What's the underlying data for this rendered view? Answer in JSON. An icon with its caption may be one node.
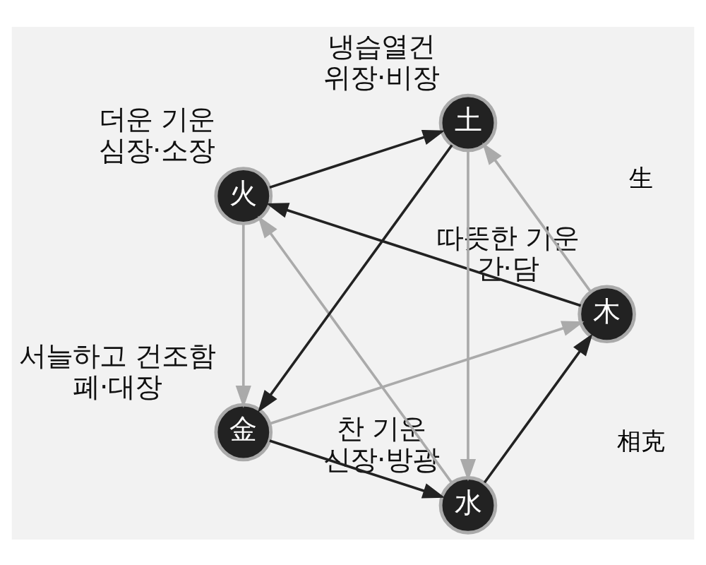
{
  "diagram": {
    "nodes": [
      {
        "text": [
          "水"
        ],
        "beside": [
          "찬 기운",
          "신장·방광"
        ]
      },
      {
        "text": [
          "金"
        ],
        "beside": [
          "서늘하고 건조함",
          "폐·대장"
        ]
      },
      {
        "text": [
          "木"
        ],
        "beside": [
          "따뜻한 기운",
          "간·담"
        ]
      },
      {
        "text": [
          "土"
        ],
        "beside": [
          "냉습열건",
          "위장·비장"
        ]
      },
      {
        "text": [
          "火"
        ],
        "beside": [
          "더운 기운",
          "심장·소장"
        ]
      }
    ],
    "edges": [
      {
        "from": 0,
        "to": 2,
        "arrow": "to",
        "color": "#222222"
      },
      {
        "from": 2,
        "to": 4,
        "arrow": "to",
        "color": "#222222"
      },
      {
        "from": 4,
        "to": 3,
        "arrow": "to",
        "color": "#222222"
      },
      {
        "from": 3,
        "to": 1,
        "arrow": "to",
        "color": "#222222"
      },
      {
        "from": 1,
        "to": 0,
        "arrow": "to",
        "color": "#222222"
      },
      {
        "from": 1,
        "to": 2,
        "arrow": "to",
        "color": "#aaaaaa"
      },
      {
        "from": 2,
        "to": 3,
        "arrow": "to",
        "color": "#aaaaaa"
      },
      {
        "from": 3,
        "to": 0,
        "arrow": "to",
        "color": "#aaaaaa"
      },
      {
        "from": 4,
        "to": 1,
        "arrow": "to",
        "color": "#aaaaaa"
      },
      {
        "from": 0,
        "to": 4,
        "arrow": "to",
        "color": "#aaaaaa"
      }
    ],
    "labels": [
      "生",
      "相克"
    ]
  }
}
